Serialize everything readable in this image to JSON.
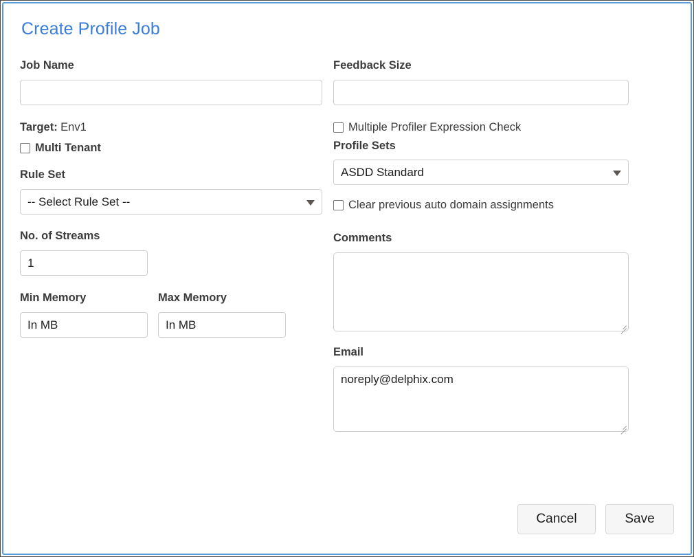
{
  "dialog": {
    "title": "Create Profile Job",
    "accent_color": "#3b7dd8",
    "border_color": "#5b9bd5"
  },
  "left": {
    "job_name": {
      "label": "Job Name",
      "value": "",
      "placeholder": ""
    },
    "target": {
      "label": "Target:",
      "value": "Env1"
    },
    "multi_tenant": {
      "label": "Multi Tenant",
      "checked": false
    },
    "rule_set": {
      "label": "Rule Set",
      "selected": "-- Select Rule Set --"
    },
    "streams": {
      "label": "No. of Streams",
      "value": "1"
    },
    "min_memory": {
      "label": "Min Memory",
      "value": "In MB"
    },
    "max_memory": {
      "label": "Max Memory",
      "value": "In MB"
    }
  },
  "right": {
    "feedback_size": {
      "label": "Feedback Size",
      "value": "",
      "placeholder": ""
    },
    "multiple_profiler_expression_check": {
      "label": "Multiple Profiler Expression Check",
      "checked": false
    },
    "profile_sets": {
      "label": "Profile Sets",
      "selected": "ASDD Standard"
    },
    "clear_previous": {
      "label": "Clear previous auto domain assignments",
      "checked": false
    },
    "comments": {
      "label": "Comments",
      "value": ""
    },
    "email": {
      "label": "Email",
      "value": "noreply@delphix.com"
    }
  },
  "footer": {
    "cancel_label": "Cancel",
    "save_label": "Save"
  }
}
